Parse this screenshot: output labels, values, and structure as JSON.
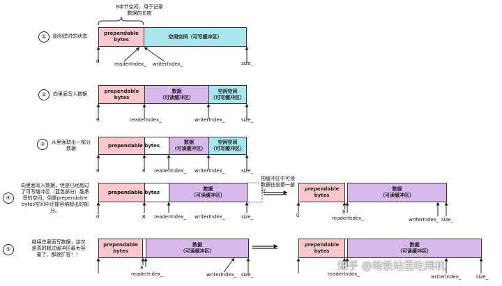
{
  "top_note": "8字节空间，用于记录\n数据的长度",
  "steps": [
    {
      "num": "①",
      "desc": "刚创建时的状态"
    },
    {
      "num": "②",
      "desc": "向里面写入数据"
    },
    {
      "num": "③",
      "desc": "从里面取出一部分\n数据"
    },
    {
      "num": "④",
      "desc": "向里面写入数据，但是已经超过\n了可写缓冲区（蓝色部分）能承\n受的空间。但是prependable\nbytes空间中还能容纳超出的部\n分。"
    },
    {
      "num": "⑤",
      "desc": "继续往里面写数据，这次\n是真的超过缓冲区最大容\n量了。那就扩容！！"
    }
  ],
  "blocks": {
    "prependable": "prependable\nbytes",
    "prependable_one_line": "prependable bytes",
    "writable": "空闲空间（可写缓冲区）",
    "readable": "数据\n（可读缓冲区）",
    "writable2": "空闲空间\n（可写缓冲区）"
  },
  "labels": {
    "zero": "0",
    "eight": "8",
    "reader": "readerIndex_",
    "writer": "writerIndex_",
    "size": "size_"
  },
  "move_note": "把缓冲区中可读\n数据往前挪一部\n分",
  "watermark": "知乎 @地铁站里吃闸机"
}
